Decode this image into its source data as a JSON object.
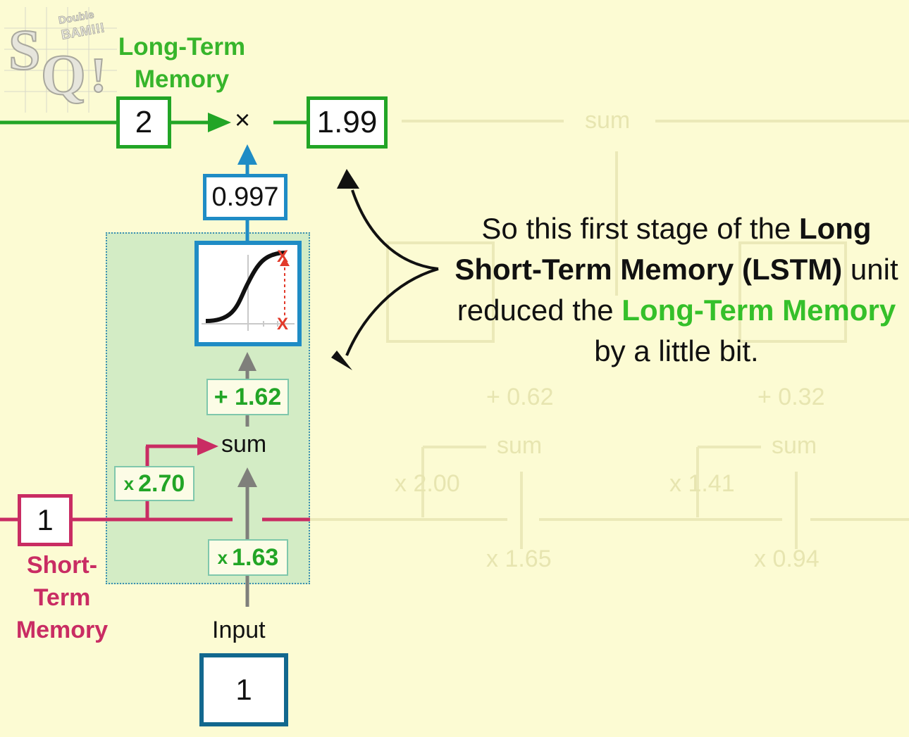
{
  "logo": {
    "top_text": "Double",
    "mid_text": "BAM!!!",
    "letters": "SQ!"
  },
  "long_term_memory": {
    "label_line1": "Long-Term",
    "label_line2": "Memory",
    "input_value": "2",
    "multiply_symbol": "×",
    "output_value": "1.99"
  },
  "forget_gate": {
    "sigmoid_output": "0.997",
    "bias_label": "+ 1.62",
    "sum_label": "sum",
    "short_term_weight": "2.70",
    "input_weight": "1.63",
    "weight_symbol": "x",
    "sigmoid_marker": "X"
  },
  "short_term_memory": {
    "label_line1": "Short-",
    "label_line2": "Term",
    "label_line3": "Memory",
    "value": "1"
  },
  "input": {
    "label": "Input",
    "value": "1"
  },
  "caption": {
    "part1": "So this first stage of the ",
    "bold1": "Long Short-Term Memory (LSTM)",
    "part2": " unit reduced the ",
    "highlight": "Long-Term Memory",
    "part3": " by a little bit."
  },
  "faded_background": {
    "sum_top": "sum",
    "sum_2": "sum",
    "sum_3": "sum",
    "bias_2": "+ 0.62",
    "bias_3": "+ 0.32",
    "weight_2": "x 2.00",
    "weight_3": "x 1.41",
    "input_weight_2": "x 1.65",
    "input_weight_3": "x 0.94"
  },
  "colors": {
    "background": "#fcfbd3",
    "long_term_green": "#22a526",
    "short_term_crimson": "#c92c63",
    "sigmoid_blue": "#1f8cc5",
    "input_navy": "#12688e",
    "gate_fill": "#d3ecc5",
    "arrow_gray": "#7f7f7b"
  }
}
